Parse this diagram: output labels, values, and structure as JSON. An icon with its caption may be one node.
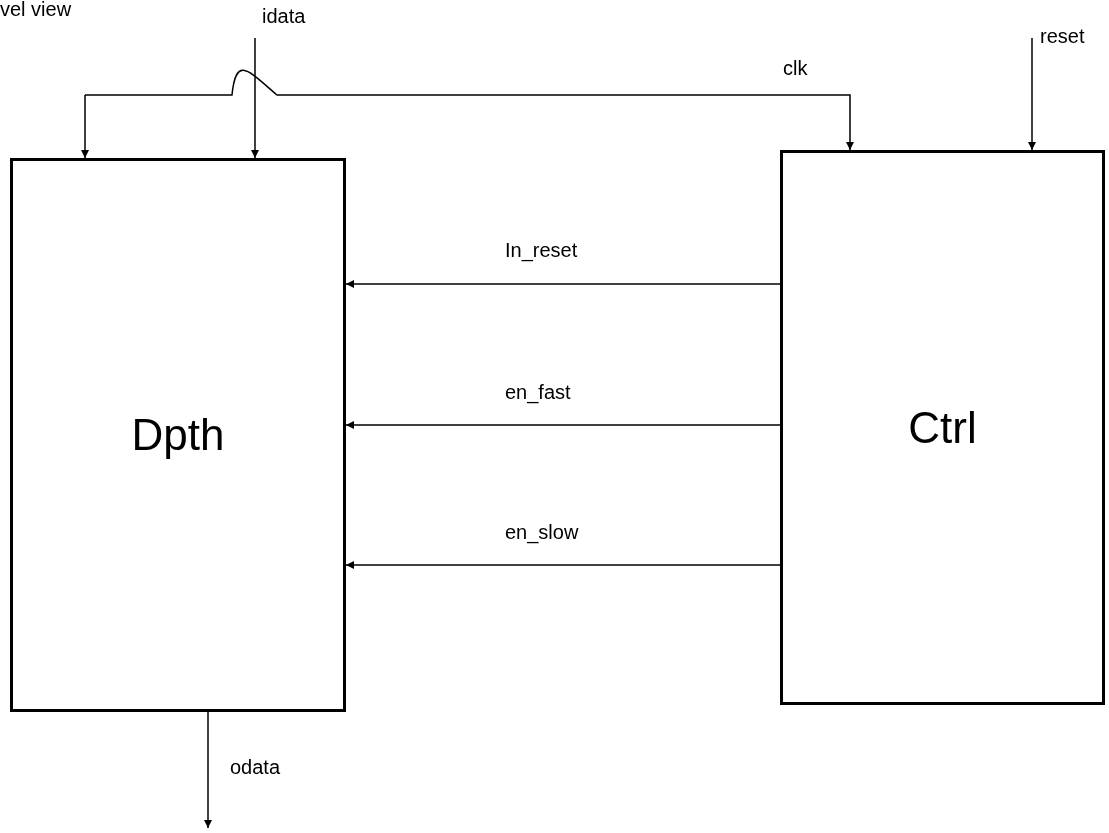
{
  "diagram": {
    "title": "vel view",
    "nodes": [
      {
        "text": [
          "Dpth"
        ]
      },
      {
        "text": [
          "Ctrl"
        ]
      }
    ],
    "edges": [
      {
        "from": null,
        "to": 0,
        "arrow": "to",
        "label": "idata"
      },
      {
        "from": null,
        "to": 1,
        "arrow": "to",
        "label": "clk"
      },
      {
        "from": null,
        "to": 0,
        "arrow": "to"
      },
      {
        "from": null,
        "to": 1,
        "arrow": "to",
        "label": "reset"
      },
      {
        "from": 1,
        "to": 0,
        "arrow": "to",
        "label": "In_reset"
      },
      {
        "from": 1,
        "to": 0,
        "arrow": "to",
        "label": "en_fast"
      },
      {
        "from": 1,
        "to": 0,
        "arrow": "to",
        "label": "en_slow"
      },
      {
        "from": 0,
        "to": null,
        "arrow": "to",
        "label": "odata"
      }
    ]
  }
}
